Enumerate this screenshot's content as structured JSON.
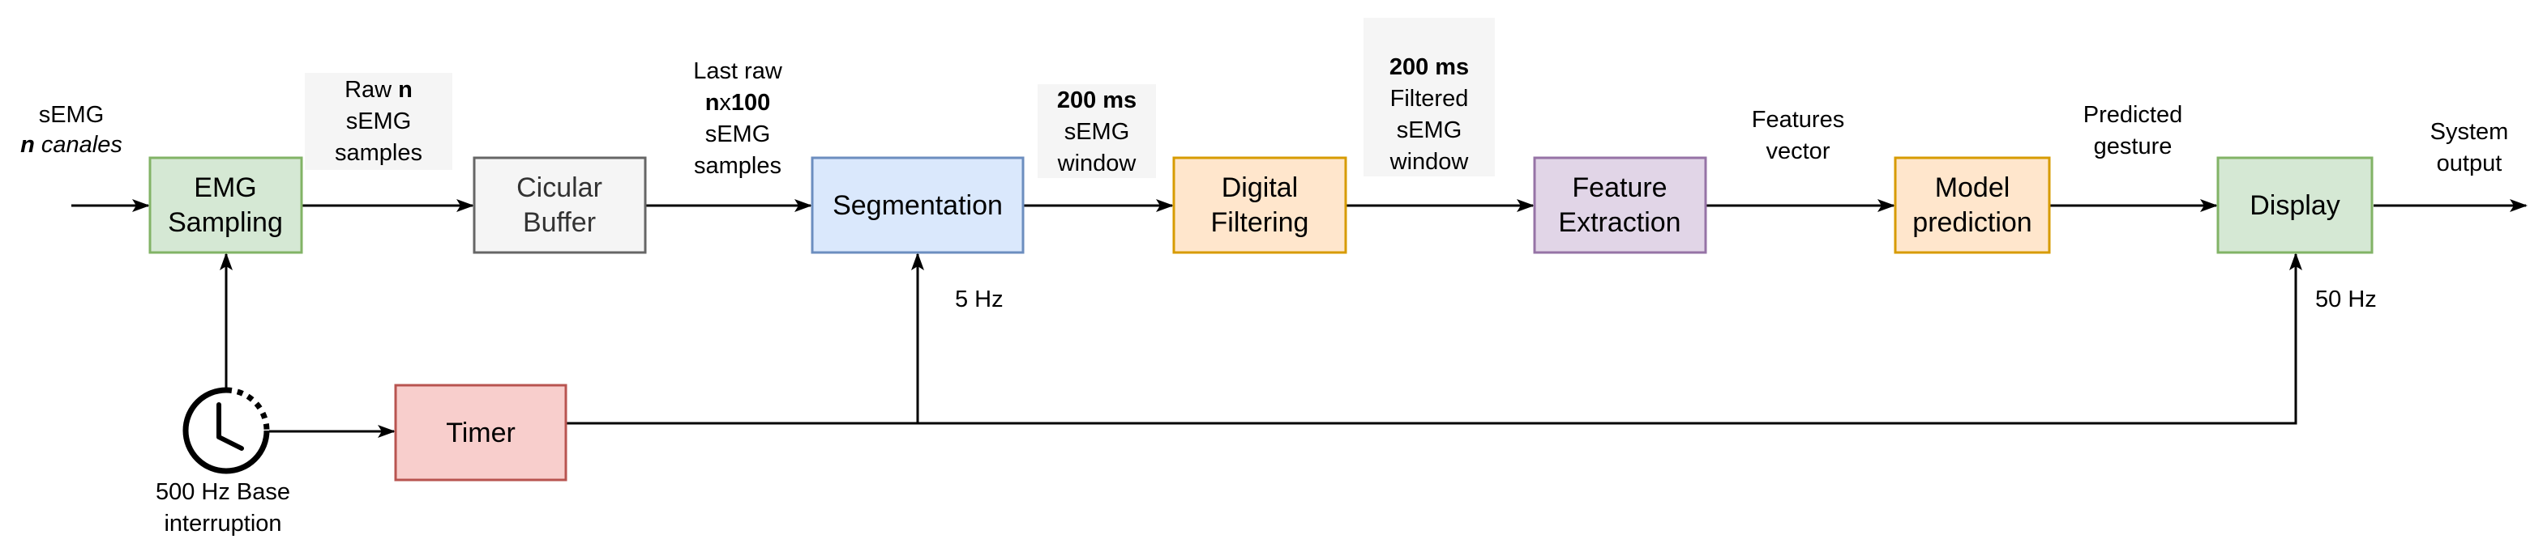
{
  "blocks": {
    "emg_sampling": {
      "line1": "EMG",
      "line2": "Sampling",
      "fill": "#d5e8d4",
      "stroke": "#82b366"
    },
    "circular_buffer": {
      "line1": "Cicular",
      "line2": "Buffer",
      "fill": "#f5f5f5",
      "stroke": "#666666"
    },
    "segmentation": {
      "line1": "Segmentation",
      "fill": "#dae8fc",
      "stroke": "#6c8ebf"
    },
    "digital_filtering": {
      "line1": "Digital",
      "line2": "Filtering",
      "fill": "#ffe6cc",
      "stroke": "#d79b00"
    },
    "feature_extraction": {
      "line1": "Feature",
      "line2": "Extraction",
      "fill": "#e1d5e7",
      "stroke": "#9673a6"
    },
    "model_prediction": {
      "line1": "Model",
      "line2": "prediction",
      "fill": "#ffe6cc",
      "stroke": "#d79b00"
    },
    "display": {
      "line1": "Display",
      "fill": "#d5e8d4",
      "stroke": "#82b366"
    },
    "timer": {
      "line1": "Timer",
      "fill": "#f8cecc",
      "stroke": "#b85450"
    }
  },
  "edge_labels": {
    "input": {
      "line1": "sEMG",
      "line2_bold": "n",
      "line2_italic": " canales"
    },
    "raw_samples": {
      "line1_pre": "Raw ",
      "line1_bold": "n",
      "line2": "sEMG",
      "line3": "samples"
    },
    "last_raw": {
      "line1": "Last raw",
      "line2_bold_a": "n",
      "line2_mid": "x",
      "line2_bold_b": "100",
      "line3": "sEMG",
      "line4": "samples"
    },
    "window": {
      "line1_bold": "200 ms",
      "line2": "sEMG",
      "line3": "window"
    },
    "filtered_window": {
      "line1_bold": "200 ms",
      "line2": "Filtered",
      "line3": "sEMG",
      "line4": "window"
    },
    "features_vector": {
      "line1": "Features",
      "line2": "vector"
    },
    "predicted_gesture": {
      "line1": "Predicted",
      "line2": "gesture"
    },
    "system_output": {
      "line1": "System",
      "line2": "output"
    },
    "rate_segmentation": "5 Hz",
    "rate_display": "50 Hz",
    "clock_caption": {
      "line1": "500 Hz Base",
      "line2": "interruption"
    }
  },
  "icons": {
    "clock": "clock-icon"
  },
  "colors": {
    "line": "#000000",
    "label_bg": "#f5f5f5"
  }
}
